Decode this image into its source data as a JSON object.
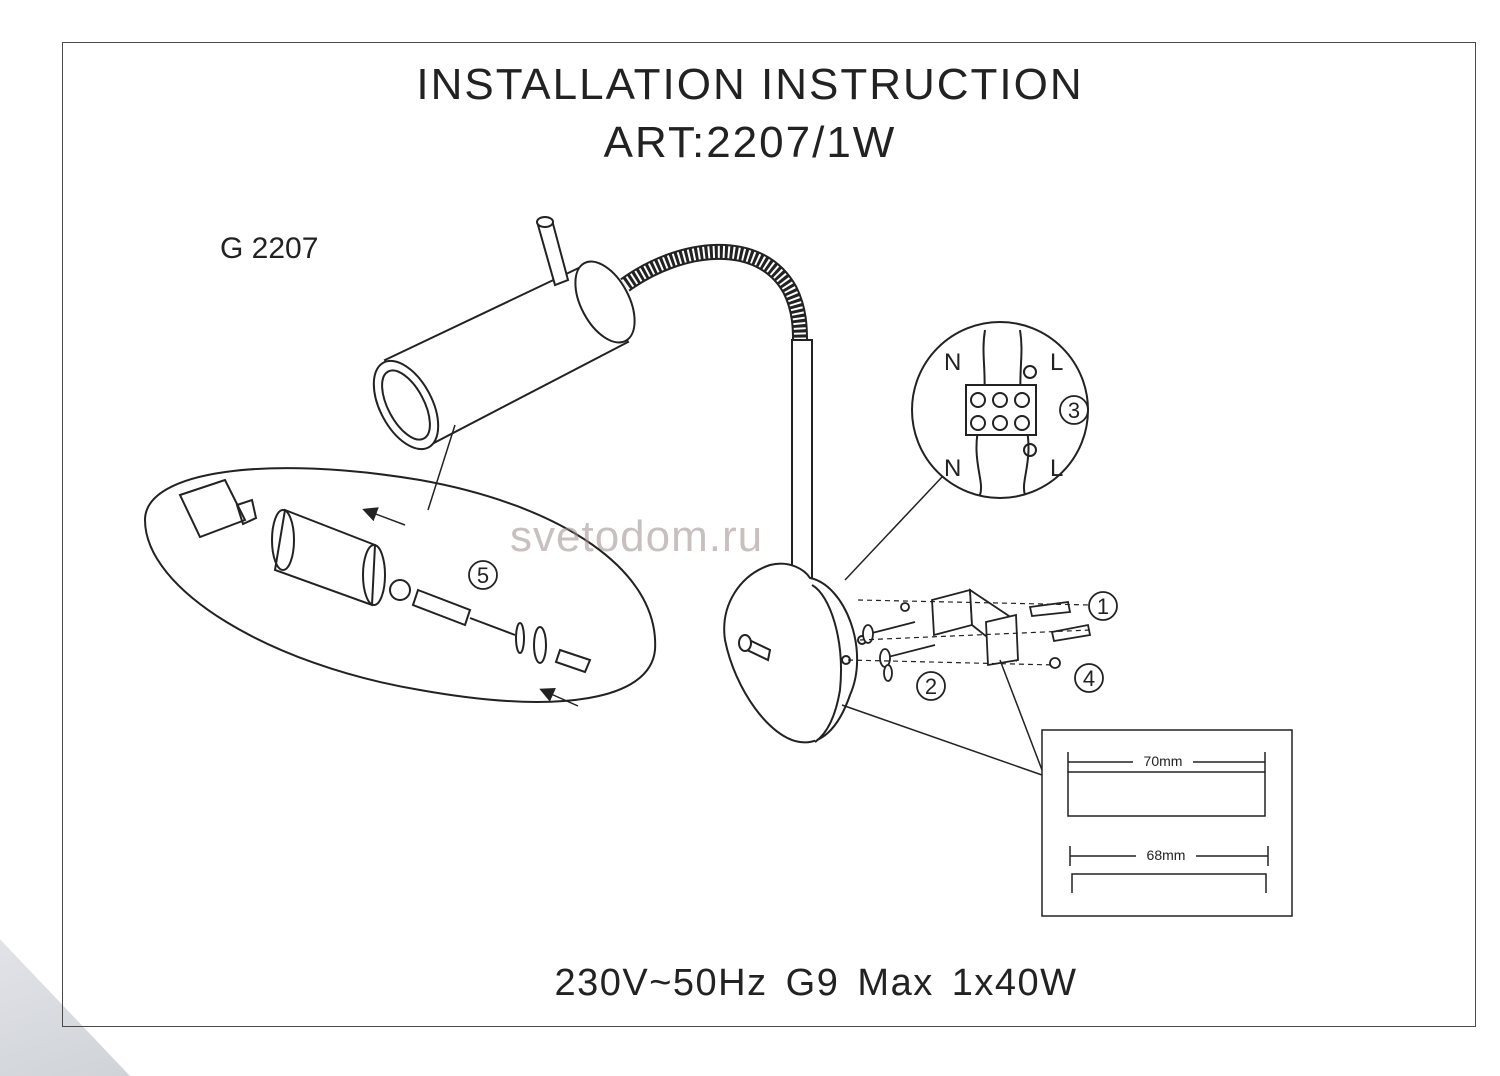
{
  "header": {
    "title": "INSTALLATION INSTRUCTION",
    "article": "ART:2207/1W"
  },
  "model_label": "G 2207",
  "watermark": "svetodom.ru",
  "wiring": {
    "n_top": "N",
    "l_top": "L",
    "n_bottom": "N",
    "l_bottom": "L"
  },
  "steps": [
    "1",
    "2",
    "3",
    "4",
    "5"
  ],
  "dimensions": {
    "top_bracket": "70mm",
    "bottom_bracket": "68mm"
  },
  "footer": "230V~50Hz  G9  Max  1x40W"
}
